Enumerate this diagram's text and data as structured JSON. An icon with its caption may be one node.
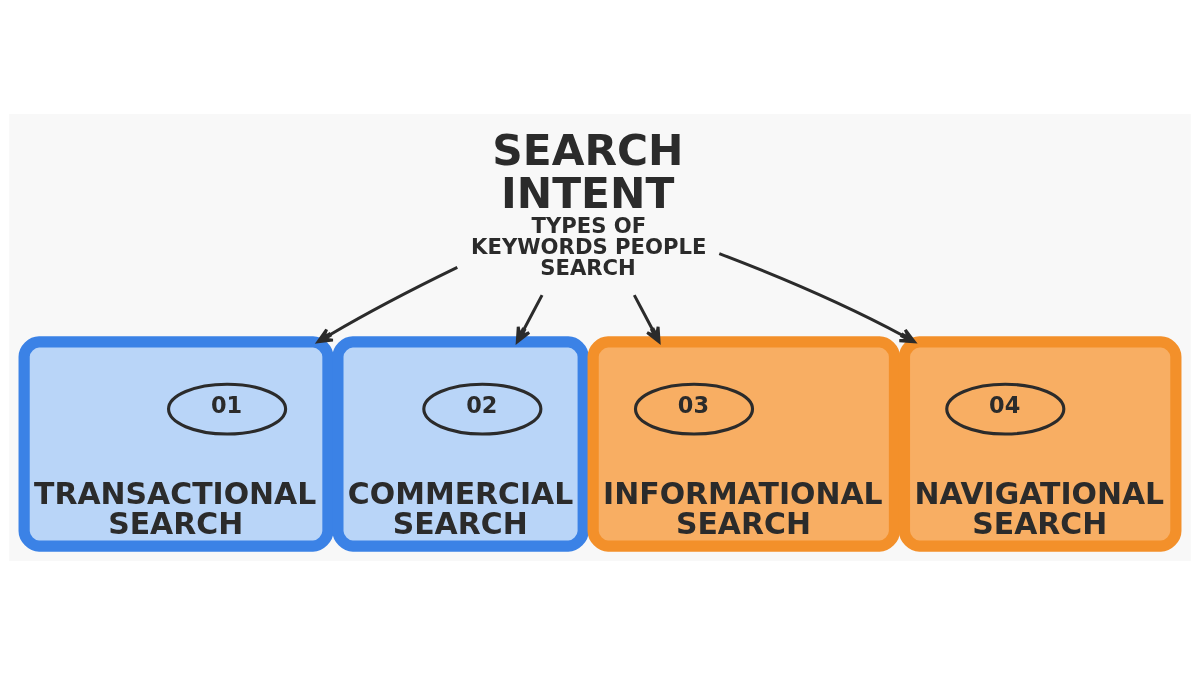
{
  "diagram": {
    "nodes": [
      {
        "text": [
          "TRANSACTIONAL SEARCH"
        ]
      },
      {
        "text": [
          "01"
        ],
        "in": 0
      },
      {
        "text": [
          "COMMERCIAL SEARCH"
        ]
      },
      {
        "text": [
          "02"
        ],
        "in": 2
      },
      {
        "text": [
          "SEARCH INTENT",
          "TYPES OF KEYWORDS PEOPLE SEARCH"
        ]
      },
      {
        "text": [
          "INFORMATIONAL SEARCH"
        ]
      },
      {
        "text": [
          "03"
        ],
        "in": 5
      },
      {
        "text": [
          "NAVIGATIONAL SEARCH"
        ]
      },
      {
        "text": [
          "04"
        ],
        "in": 7
      }
    ],
    "edges": [
      {
        "from": 4,
        "to": 0,
        "arrow": "to"
      },
      {
        "from": 4,
        "to": 2,
        "arrow": "to"
      },
      {
        "from": 4,
        "to": 5,
        "arrow": "to"
      },
      {
        "from": 4,
        "to": 7,
        "arrow": "to"
      }
    ]
  }
}
